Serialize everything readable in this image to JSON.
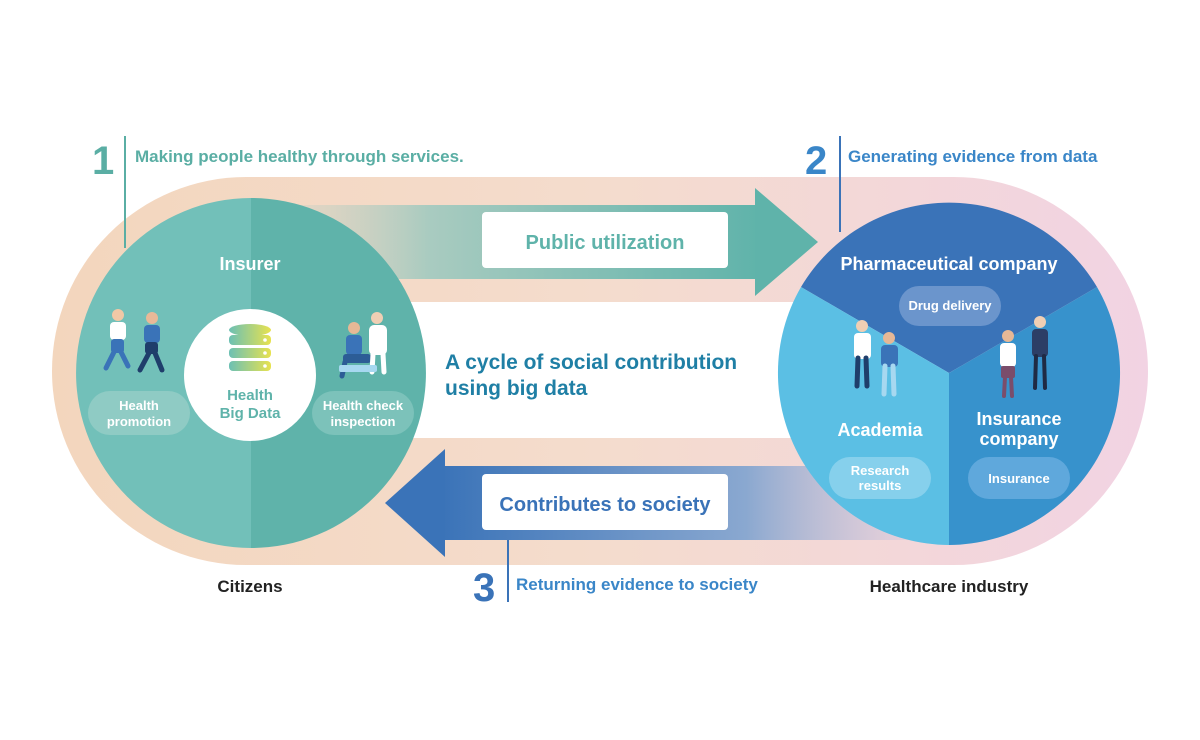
{
  "steps": [
    {
      "number": "1",
      "label": "Making people healthy through services."
    },
    {
      "number": "2",
      "label": "Generating evidence from data"
    },
    {
      "number": "3",
      "label": "Returning evidence to society"
    }
  ],
  "arrows": {
    "top": "Public utilization",
    "bottom": "Contributes to society"
  },
  "center": {
    "line1": "A cycle of social contribution",
    "line2": "using big data"
  },
  "left": {
    "title": "Insurer",
    "hub_line1": "Health",
    "hub_line2": "Big Data",
    "pill_left_line1": "Health",
    "pill_left_line2": "promotion",
    "pill_right_line1": "Health check",
    "pill_right_line2": "inspection",
    "caption": "Citizens"
  },
  "right": {
    "top_title": "Pharmaceutical company",
    "top_pill": "Drug delivery",
    "left_title": "Academia",
    "left_pill_line1": "Research",
    "left_pill_line2": "results",
    "right_title_line1": "Insurance",
    "right_title_line2": "company",
    "right_pill": "Insurance",
    "caption": "Healthcare industry"
  },
  "colors": {
    "teal": "#5fb3aa",
    "teal_light": "#72c0b9",
    "blue_dark": "#3a73b8",
    "blue_mid": "#3792cc",
    "blue_light": "#5bbfe4",
    "peach": "#f4d9c2",
    "pink": "#f2d2e2",
    "step_teal": "#5aaea4",
    "step_blue": "#3a86c8"
  }
}
